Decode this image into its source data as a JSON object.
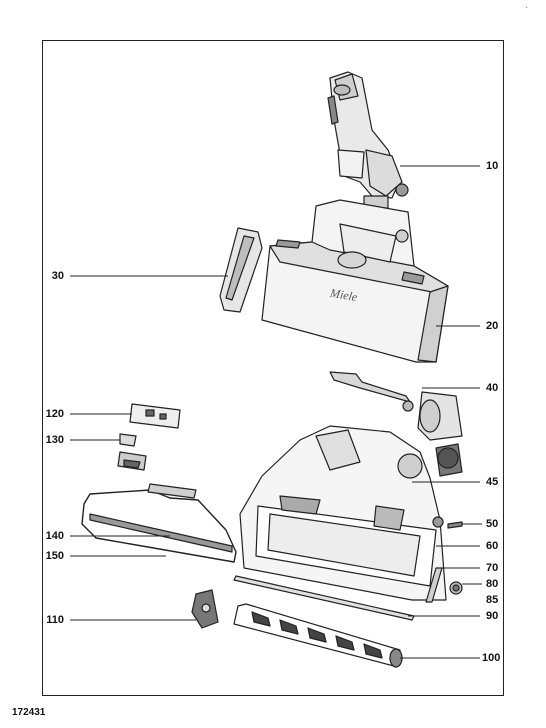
{
  "corner_mark": "·",
  "document_id": "172431",
  "callouts": {
    "c10": "10",
    "c20": "20",
    "c30": "30",
    "c40": "40",
    "c45": "45",
    "c50": "50",
    "c60": "60",
    "c70": "70",
    "c80": "80",
    "c85": "85",
    "c90": "90",
    "c100": "100",
    "c110": "110",
    "c120": "120",
    "c130": "130",
    "c140": "140",
    "c150": "150"
  },
  "logo_text": "Miele"
}
